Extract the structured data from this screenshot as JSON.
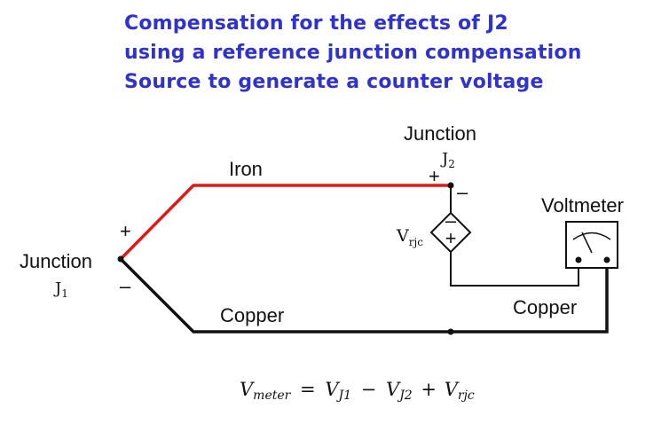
{
  "title": {
    "line1": "Compensation for the effects of J2",
    "line2": "using a reference junction compensation",
    "line3": "Source to generate a counter voltage"
  },
  "labels": {
    "iron": "Iron",
    "copper_bottom": "Copper",
    "copper_right": "Copper",
    "junction_left": "Junction",
    "junction_left_sub": "J",
    "junction_left_sub_index": "1",
    "junction_top": "Junction",
    "junction_top_sub": "J",
    "junction_top_sub_index": "2",
    "voltmeter": "Voltmeter",
    "vrjc": "V",
    "vrjc_sub": "rjc",
    "plus": "+",
    "minus": "–"
  },
  "equation": {
    "lhs": "V",
    "lhs_sub": "meter",
    "eq": "=",
    "t1": "V",
    "t1_sub": "J1",
    "op1": "−",
    "t2": "V",
    "t2_sub": "J2",
    "op2": "+",
    "t3": "V",
    "t3_sub": "rjc"
  },
  "colors": {
    "title": "#2f33cc",
    "iron_wire": "#e01818",
    "copper_wire": "#111111"
  }
}
